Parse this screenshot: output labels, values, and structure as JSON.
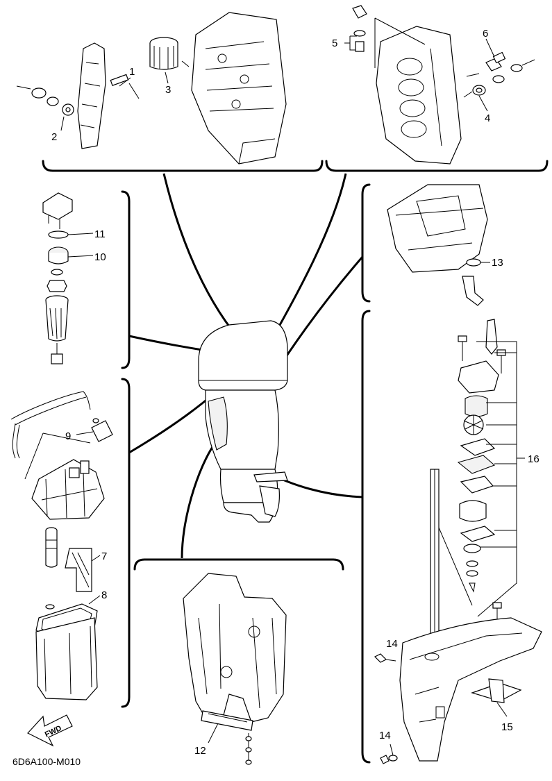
{
  "diagram": {
    "callouts": {
      "c1": "1",
      "c2": "2",
      "c3": "3",
      "c4": "4",
      "c5": "5",
      "c6": "6",
      "c7": "7",
      "c8": "8",
      "c9": "9",
      "c10": "10",
      "c11": "11",
      "c12": "12",
      "c13": "13",
      "c14a": "14",
      "c14b": "14",
      "c15": "15",
      "c16": "16"
    },
    "fwd_label": "FWD",
    "drawing_code": "6D6A100-M010"
  },
  "colors": {
    "ink": "#000000",
    "paper": "#ffffff",
    "part_fill": "#f2f2f2"
  }
}
